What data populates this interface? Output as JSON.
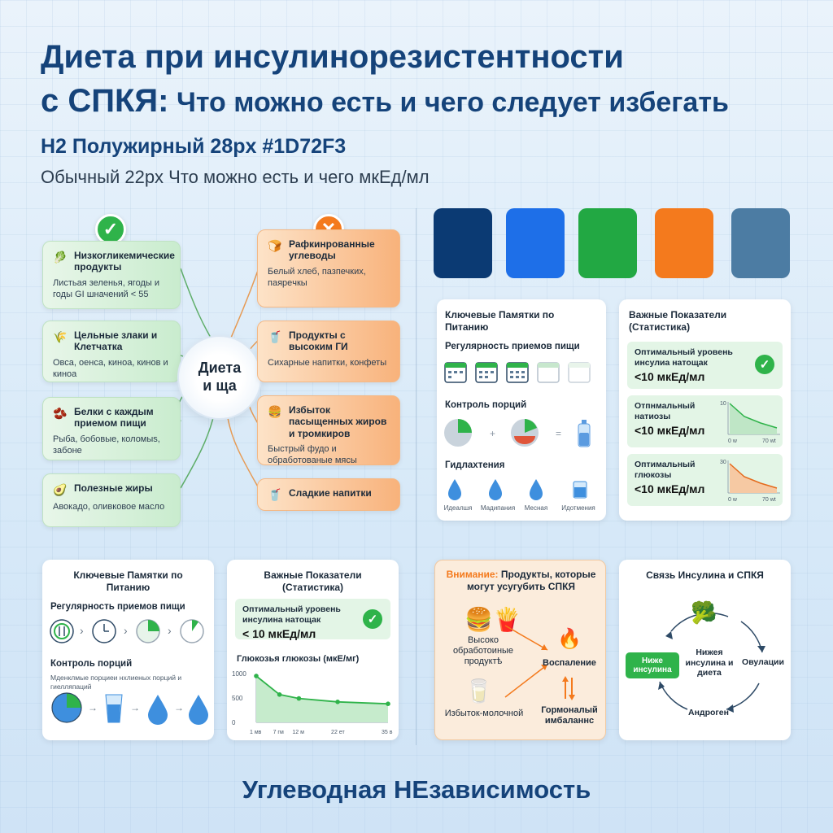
{
  "header": {
    "title_line1": "Диета при инсулинорезистентности",
    "title_line2_bold": "с СПКЯ:",
    "title_line2_rest": "Что можно есть и чего следует избегать",
    "h2_spec": "H2 Полужирный 28px",
    "h2_color": "#1D72F3",
    "sub_line": "Обычный 22px Что можно есть и  чего мкЕд/мл"
  },
  "mindmap": {
    "center_line1": "Диета",
    "center_line2": "и ща",
    "allowed": [
      {
        "icon": "leaf-icon",
        "title": "Низкогликемические продукты",
        "body": "Листьая зеленья, ягоды и годы GI шначений < 55"
      },
      {
        "icon": "wheat-icon",
        "title": "Цельные злаки и Клетчатка",
        "body": "Овса, оенса, киноа, кинов и киноа"
      },
      {
        "icon": "bean-icon",
        "title": "Белки с каждым приемом пищи",
        "body": "Рыба, бобовые, коломыs, забоне"
      },
      {
        "icon": "avocado-icon",
        "title": "Полезные жиры",
        "body": "Авокадо, оливковое масло"
      }
    ],
    "avoid": [
      {
        "icon": "bread-icon",
        "title": "Рафкинрованные углеводы",
        "body": "Белый хлеб, пазпечких, паярeчкы"
      },
      {
        "icon": "drink-icon",
        "title": "Продукты с высоким ГИ",
        "body": "Сихарные напитки, конфеты"
      },
      {
        "icon": "burger-icon",
        "title": "Избыток пасыщенных жиров и тромкиров",
        "body": "Быстрый фудо и обработованые мясы"
      },
      {
        "icon": "cup-icon",
        "title": "Сладкие напитки",
        "body": ""
      }
    ],
    "ok_symbol": "✓",
    "no_symbol": "✕"
  },
  "palette": [
    "#0b3a73",
    "#1e6fe8",
    "#22a843",
    "#f47a1d",
    "#4c7ca3"
  ],
  "colors": {
    "green": "#2fb34a",
    "orange": "#f47a1d",
    "navy": "#15437a"
  },
  "panel_memo_top": {
    "title": "Ключевые Памятки по Питанию",
    "regularity": "Регулярность приемов пищи",
    "portion": "Контроль порций",
    "hydration": "Гидлахтения",
    "plus": "+",
    "equals": "=",
    "drops": [
      "Идеалшя",
      "Мадипания",
      "Месная",
      "Идотмения"
    ]
  },
  "panel_stats_top": {
    "title": "Важные Показатели (Статистика)",
    "rows": [
      {
        "label": "Оптимальный уровень инсулиа натощак",
        "value": "<10 мкЕд/мл"
      },
      {
        "label": "Отпнмальный натиозы",
        "value": "<10 мкЕд/мл"
      },
      {
        "label": "Оптимальный глюкозы",
        "value": "<10 мкЕд/мл"
      }
    ],
    "mini1": {
      "ymax": "10",
      "x0": "0 w",
      "x1": "70 wt"
    },
    "mini2": {
      "ymax": "30",
      "x0": "0 w",
      "x1": "70 wt"
    }
  },
  "panel_memo_bottom": {
    "title": "Ключевые Памятки по Питанию",
    "regularity": "Регулярность приемов пищи",
    "portion": "Контроль порций",
    "portion_note": "Мденклмые порциеи нхлиеных порций и гиелляпаций",
    "arrow": "›",
    "arrow2": "→"
  },
  "panel_stats_bottom": {
    "title": "Важные Показатели (Статистика)",
    "stat_label": "Оптимальный уровень инсулина натощак",
    "stat_value": "< 10 мкЕд/мл",
    "chart_title": "Глюкозья глюкозы (мкЕ/мг)"
  },
  "chart_data": {
    "type": "area",
    "title": "Глюкозья глюкозы (мкЕ/мг)",
    "yticks": [
      "1000",
      "500",
      "0"
    ],
    "xticks": [
      "1 мв",
      "7 гм",
      "12 м",
      "22 ет",
      "35 в"
    ],
    "x": [
      1,
      7,
      12,
      22,
      35
    ],
    "values": [
      950,
      570,
      490,
      420,
      380
    ],
    "ylim": [
      0,
      1000
    ]
  },
  "panel_warning": {
    "title_strong": "Внимание:",
    "title_rest": "Продукты, которые могут усугубить СПКЯ",
    "item1": "Высоко обработоиные продукт",
    "item1b": "ѣ",
    "item2": "Избыток-молочной",
    "inflammation": "Воспаление",
    "hormonal": "Гормоналый имбаланнс"
  },
  "panel_cycle": {
    "title": "Связь Инсулина и СПКЯ",
    "left": "Ниже инсулина",
    "center": "Нижея инсулина и диета",
    "right": "Овулации",
    "bottom": "Андроген"
  },
  "footer": {
    "text": "Углеводная НЕзависимость"
  }
}
